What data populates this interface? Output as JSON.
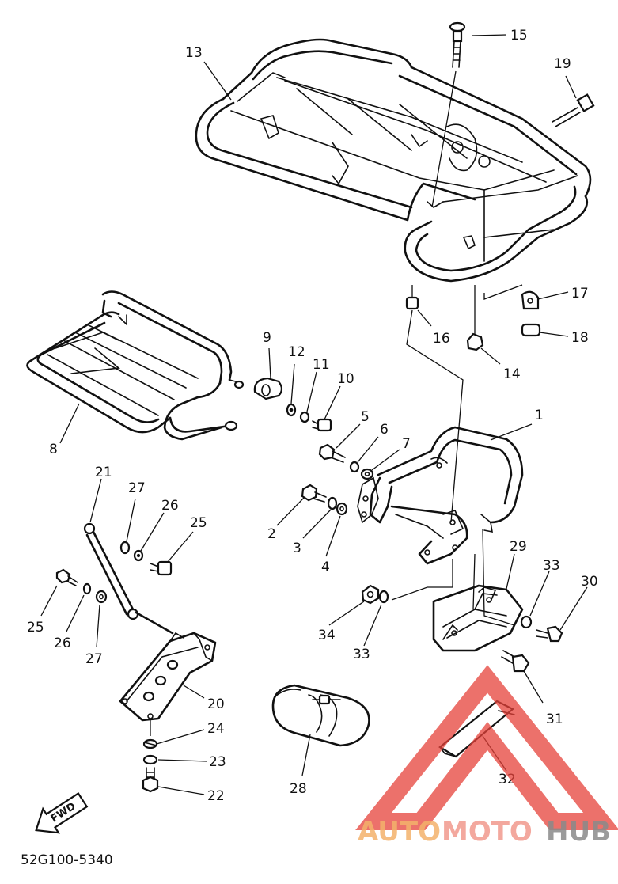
{
  "diagram": {
    "part_code": "52G100-5340",
    "direction_label": "FWD",
    "labels": [
      "1",
      "2",
      "3",
      "4",
      "5",
      "6",
      "7",
      "8",
      "9",
      "10",
      "11",
      "12",
      "13",
      "14",
      "15",
      "16",
      "17",
      "18",
      "19",
      "20",
      "21",
      "22",
      "23",
      "24",
      "25",
      "25",
      "26",
      "26",
      "27",
      "27",
      "28",
      "29",
      "30",
      "31",
      "32",
      "33",
      "33",
      "34"
    ]
  },
  "watermark": {
    "text_auto": "AUTO",
    "text_moto": "MOTO",
    "text_hub": "HUB",
    "colors": {
      "auto": "#f4b26c",
      "moto": "#f29a8e",
      "hub": "#8a8a8a",
      "triangle": "#e5423a"
    },
    "icon": "warning-triangle-logo"
  }
}
